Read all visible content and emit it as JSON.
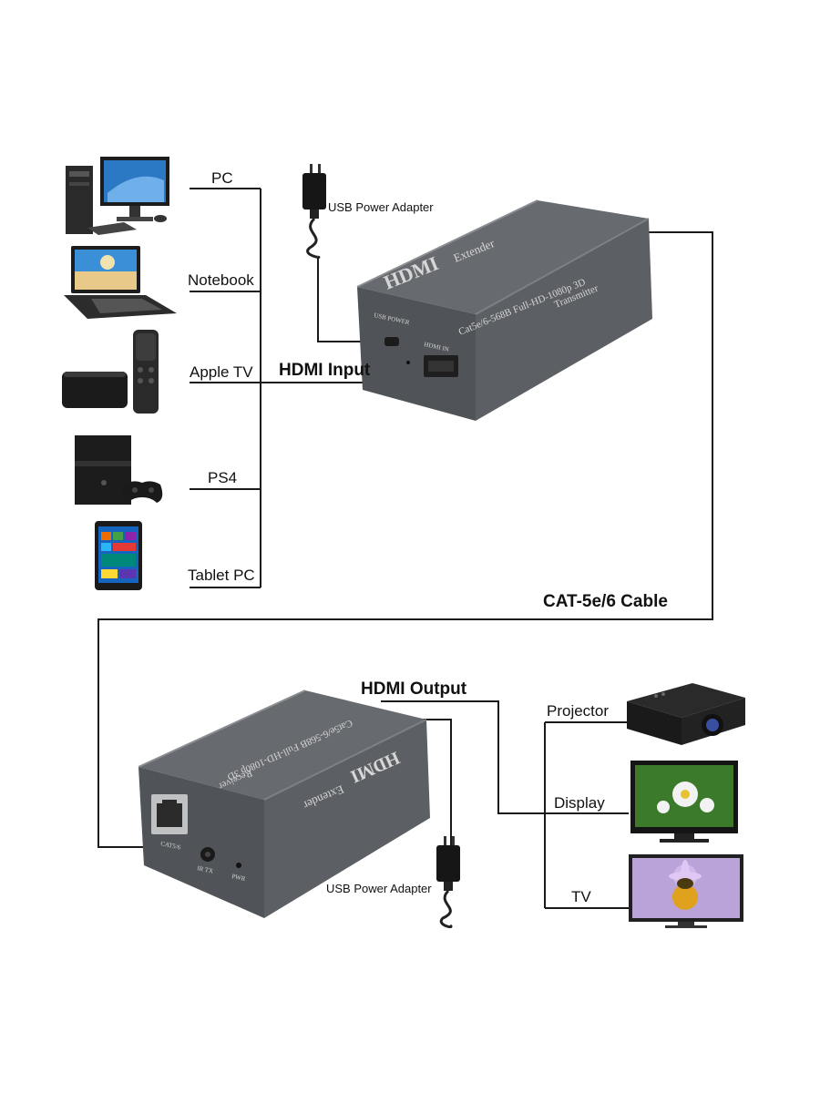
{
  "sources": {
    "pc": "PC",
    "notebook": "Notebook",
    "apple_tv": "Apple TV",
    "ps4": "PS4",
    "tablet_pc": "Tablet PC"
  },
  "displays": {
    "projector": "Projector",
    "display": "Display",
    "tv": "TV"
  },
  "labels": {
    "hdmi_input": "HDMI Input",
    "hdmi_output": "HDMI Output",
    "cable": "CAT-5e/6 Cable",
    "adapter_top": "USB Power Adapter",
    "adapter_bottom": "USB Power Adapter"
  },
  "transmitter": {
    "brand": "HDMI",
    "product": "Extender",
    "spec": "Cat5e/6-568B Full-HD-1080p 3D",
    "role": "Transmitter",
    "port_power": "USB POWER",
    "port_hdmi": "HDMI IN"
  },
  "receiver": {
    "brand": "HDMI",
    "product": "Extender",
    "spec": "Cat5e/6-568B Full-HD-1080p 3D",
    "role": "Receiver",
    "port_rj45": "CAT5/6",
    "port_ir": "IR TX",
    "port_power": "PWR"
  },
  "colors": {
    "line": "#1a1a1a",
    "device_body": "#5d6064",
    "device_dark": "#3f4245",
    "device_light": "#7a7d81"
  }
}
